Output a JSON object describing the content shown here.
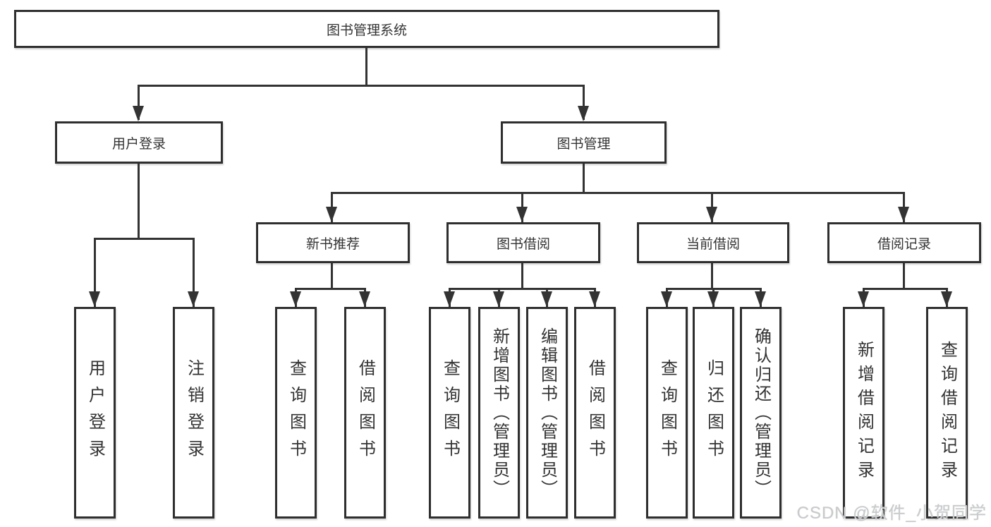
{
  "colors": {
    "background": "#ffffff",
    "box_bg": "#ffffff",
    "box_border": "#2f2f2f",
    "line": "#333333",
    "text": "#333333",
    "watermark": "#c8cacc"
  },
  "watermark": "CSDN @软件_小贺同学",
  "tree": {
    "label": "图书管理系统",
    "children": [
      {
        "label": "用户登录",
        "children": [
          {
            "label": "用户登录"
          },
          {
            "label": "注销登录"
          }
        ]
      },
      {
        "label": "图书管理",
        "children": [
          {
            "label": "新书推荐",
            "children": [
              {
                "label": "查询图书"
              },
              {
                "label": "借阅图书"
              }
            ]
          },
          {
            "label": "图书借阅",
            "children": [
              {
                "label": "查询图书"
              },
              {
                "label": "新增图书（管理员）"
              },
              {
                "label": "编辑图书（管理员）"
              },
              {
                "label": "借阅图书"
              }
            ]
          },
          {
            "label": "当前借阅",
            "children": [
              {
                "label": "查询图书"
              },
              {
                "label": "归还图书"
              },
              {
                "label": "确认归还（管理员）"
              }
            ]
          },
          {
            "label": "借阅记录",
            "children": [
              {
                "label": "新增借阅记录"
              },
              {
                "label": "查询借阅记录"
              }
            ]
          }
        ]
      }
    ]
  }
}
